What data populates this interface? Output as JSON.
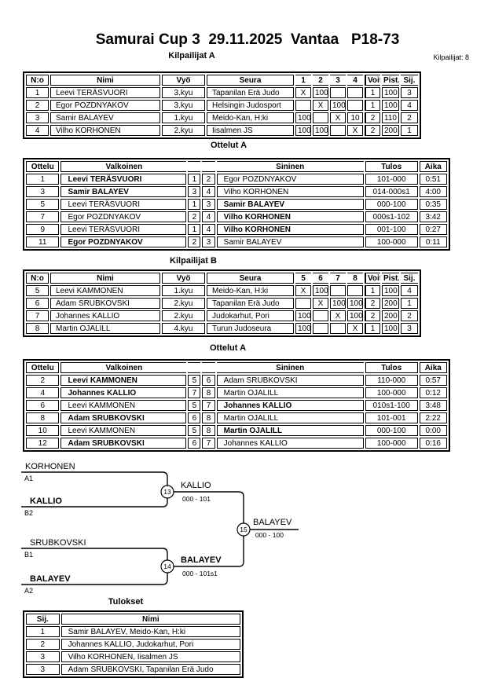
{
  "page": {
    "title": "Samurai Cup 3  29.11.2025  Vantaa   P18-73",
    "competitors_count": "Kilpailijat: 8"
  },
  "group_headers": [
    "N:o",
    "Nimi",
    "Vyö",
    "Seura",
    "Voit.",
    "Pist.",
    "Sij."
  ],
  "groupA": {
    "heading": "Kilpailijat A",
    "pool_cols": [
      "1",
      "2",
      "3",
      "4"
    ],
    "rows": [
      [
        "1",
        "Leevi TERÄSVUORI",
        "3.kyu",
        "Tapanilan Erä Judo",
        "X",
        "100",
        "",
        "",
        "1",
        "100",
        "3"
      ],
      [
        "2",
        "Egor POZDNYAKOV",
        "3.kyu",
        "Helsingin Judosport",
        "",
        "X",
        "100",
        "",
        "1",
        "100",
        "4"
      ],
      [
        "3",
        "Samir BALAYEV",
        "1.kyu",
        "Meido-Kan, H:ki",
        "100",
        "",
        "X",
        "10",
        "2",
        "110",
        "2"
      ],
      [
        "4",
        "Vilho KORHONEN",
        "2.kyu",
        "Iisalmen JS",
        "100",
        "100",
        "",
        "X",
        "2",
        "200",
        "1"
      ]
    ]
  },
  "groupB": {
    "heading": "Kilpailijat B",
    "pool_cols": [
      "5",
      "6",
      "7",
      "8"
    ],
    "rows": [
      [
        "5",
        "Leevi KAMMONEN",
        "1.kyu",
        "Meido-Kan, H:ki",
        "X",
        "100",
        "",
        "",
        "1",
        "100",
        "4"
      ],
      [
        "6",
        "Adam SRUBKOVSKI",
        "2.kyu",
        "Tapanilan Erä Judo",
        "",
        "X",
        "100",
        "100",
        "2",
        "200",
        "1"
      ],
      [
        "7",
        "Johannes KALLIO",
        "2.kyu",
        "Judokarhut, Pori",
        "100",
        "",
        "X",
        "100",
        "2",
        "200",
        "2"
      ],
      [
        "8",
        "Martin OJALILL",
        "4.kyu",
        "Turun Judoseura",
        "100",
        "",
        "",
        "X",
        "1",
        "100",
        "3"
      ]
    ]
  },
  "match_headers": {
    "ottelu": "Ottelu",
    "white": "Valkoinen",
    "blue": "Sininen",
    "tulos": "Tulos",
    "aika": "Aika"
  },
  "matchesA": {
    "heading": "Ottelut A",
    "rows": [
      {
        "no": "1",
        "white": "Leevi TERÄSVUORI",
        "wb": true,
        "wn": "1",
        "bn": "2",
        "blue": "Egor POZDNYAKOV",
        "bb": false,
        "score": "101-000",
        "time": "0:51"
      },
      {
        "no": "3",
        "white": "Samir BALAYEV",
        "wb": true,
        "wn": "3",
        "bn": "4",
        "blue": "Vilho KORHONEN",
        "bb": false,
        "score": "014-000s1",
        "time": "4:00"
      },
      {
        "no": "5",
        "white": "Leevi TERÄSVUORI",
        "wb": false,
        "wn": "1",
        "bn": "3",
        "blue": "Samir BALAYEV",
        "bb": true,
        "score": "000-100",
        "time": "0:35"
      },
      {
        "no": "7",
        "white": "Egor POZDNYAKOV",
        "wb": false,
        "wn": "2",
        "bn": "4",
        "blue": "Vilho KORHONEN",
        "bb": true,
        "score": "000s1-102",
        "time": "3:42"
      },
      {
        "no": "9",
        "white": "Leevi TERÄSVUORI",
        "wb": false,
        "wn": "1",
        "bn": "4",
        "blue": "Vilho KORHONEN",
        "bb": true,
        "score": "001-100",
        "time": "0:27"
      },
      {
        "no": "11",
        "white": "Egor POZDNYAKOV",
        "wb": true,
        "wn": "2",
        "bn": "3",
        "blue": "Samir BALAYEV",
        "bb": false,
        "score": "100-000",
        "time": "0:11"
      }
    ]
  },
  "matchesB": {
    "heading": "Ottelut A",
    "rows": [
      {
        "no": "2",
        "white": "Leevi KAMMONEN",
        "wb": true,
        "wn": "5",
        "bn": "6",
        "blue": "Adam SRUBKOVSKI",
        "bb": false,
        "score": "110-000",
        "time": "0:57"
      },
      {
        "no": "4",
        "white": "Johannes KALLIO",
        "wb": true,
        "wn": "7",
        "bn": "8",
        "blue": "Martin OJALILL",
        "bb": false,
        "score": "100-000",
        "time": "0:12"
      },
      {
        "no": "6",
        "white": "Leevi KAMMONEN",
        "wb": false,
        "wn": "5",
        "bn": "7",
        "blue": "Johannes KALLIO",
        "bb": true,
        "score": "010s1-100",
        "time": "3:48"
      },
      {
        "no": "8",
        "white": "Adam SRUBKOVSKI",
        "wb": true,
        "wn": "6",
        "bn": "8",
        "blue": "Martin OJALILL",
        "bb": false,
        "score": "101-001",
        "time": "2:22"
      },
      {
        "no": "10",
        "white": "Leevi KAMMONEN",
        "wb": false,
        "wn": "5",
        "bn": "8",
        "blue": "Martin OJALILL",
        "bb": true,
        "score": "000-100",
        "time": "0:00"
      },
      {
        "no": "12",
        "white": "Adam SRUBKOVSKI",
        "wb": true,
        "wn": "6",
        "bn": "7",
        "blue": "Johannes KALLIO",
        "bb": false,
        "score": "100-000",
        "time": "0:16"
      }
    ]
  },
  "bracket": {
    "semi1": {
      "top_name": "KORHONEN",
      "top_seed": "A1",
      "bottom_name": "KALLIO",
      "bottom_seed": "B2",
      "match_no": "13",
      "winner": "KALLIO",
      "score": "000 - 101"
    },
    "semi2": {
      "top_name": "SRUBKOVSKI",
      "top_seed": "B1",
      "bottom_name": "BALAYEV",
      "bottom_seed": "A2",
      "match_no": "14",
      "winner": "BALAYEV",
      "score": "000 - 101s1"
    },
    "final": {
      "match_no": "15",
      "winner": "BALAYEV",
      "score": "000 - 100"
    }
  },
  "results": {
    "heading": "Tulokset",
    "headers": {
      "place": "Sij.",
      "name": "Nimi"
    },
    "rows": [
      {
        "place": "1",
        "name": "Samir BALAYEV, Meido-Kan, H:ki"
      },
      {
        "place": "2",
        "name": "Johannes KALLIO, Judokarhut, Pori"
      },
      {
        "place": "3",
        "name": "Vilho KORHONEN, Iisalmen JS"
      },
      {
        "place": "3",
        "name": "Adam SRUBKOVSKI, Tapanilan Erä Judo"
      }
    ]
  }
}
